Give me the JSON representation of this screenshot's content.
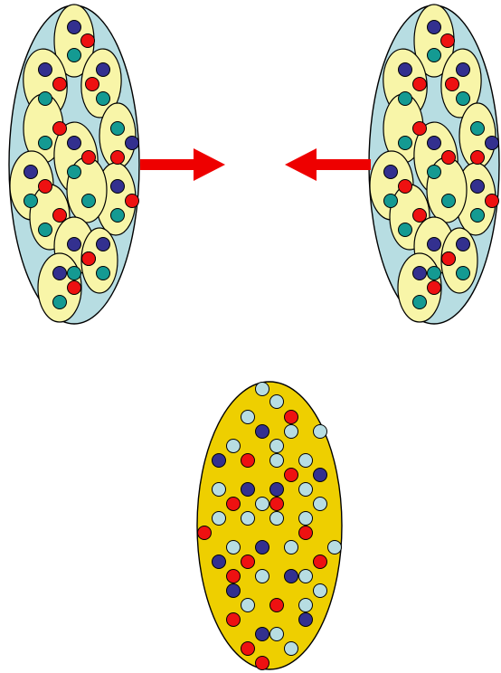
{
  "colors": {
    "background": "#ffffff",
    "outer_fill": "#b7dde2",
    "cell_fill": "#f8f5a8",
    "merged_fill": "#eecf00",
    "arrow": "#ee0000",
    "dot_blue": "#33308f",
    "dot_red": "#ee1111",
    "dot_teal": "#149a92",
    "dot_lightblue": "#b7dde2",
    "stroke": "#000000"
  },
  "diagram": {
    "description_items": [
      "left-cluster",
      "right-cluster",
      "arrow-right",
      "arrow-left",
      "merged-ellipse"
    ]
  }
}
